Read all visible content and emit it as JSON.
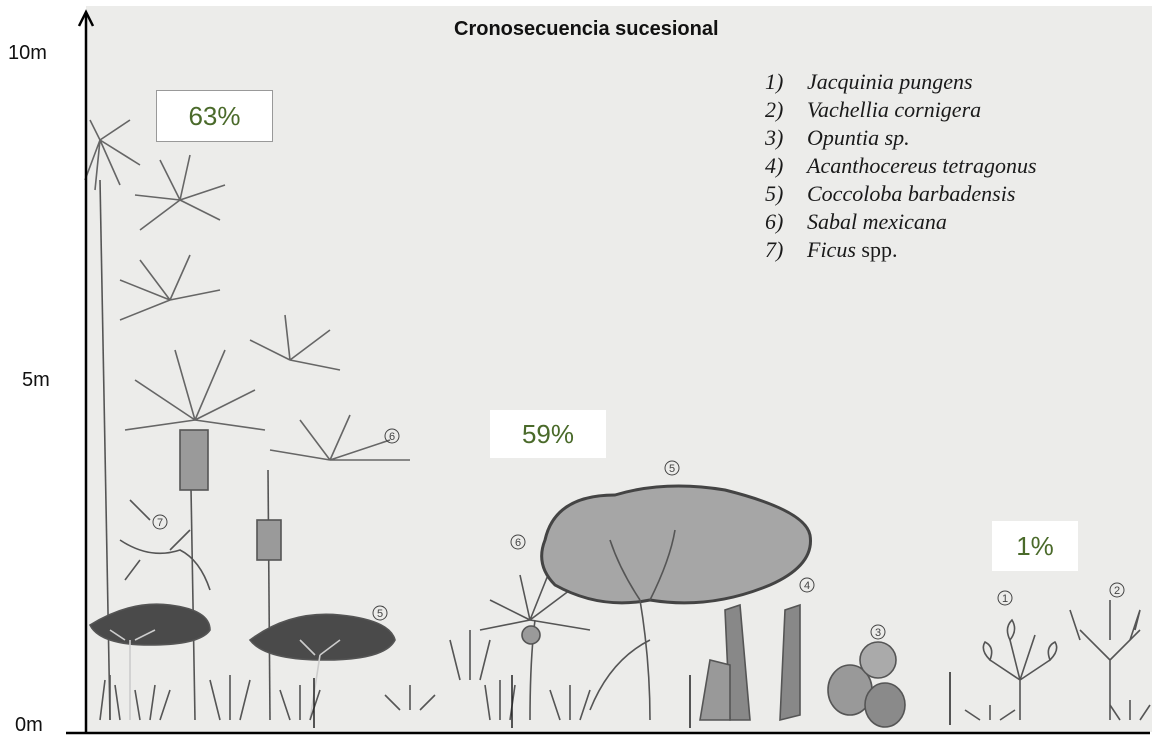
{
  "title": "Cronosecuencia sucesional",
  "y_axis": {
    "ticks": [
      "10m",
      "5m",
      "0m"
    ]
  },
  "legend": [
    {
      "num": "1)",
      "name": "Jacquinia pungens",
      "suffix": ""
    },
    {
      "num": "2)",
      "name": "Vachellia cornigera",
      "suffix": ""
    },
    {
      "num": "3)",
      "name": "Opuntia sp.",
      "suffix": ""
    },
    {
      "num": "4)",
      "name": "Acanthocereus tetragonus",
      "suffix": ""
    },
    {
      "num": "5)",
      "name": "Coccoloba barbadensis",
      "suffix": ""
    },
    {
      "num": "6)",
      "name": "Sabal mexicana",
      "suffix": ""
    },
    {
      "num": "7)",
      "name": "Ficus",
      "suffix": " spp."
    }
  ],
  "stages": [
    {
      "percent": "63%"
    },
    {
      "percent": "59%"
    },
    {
      "percent": "1%"
    }
  ],
  "plant_markers": [
    "6",
    "7",
    "5",
    "6",
    "5",
    "4",
    "3",
    "1",
    "2"
  ],
  "colors": {
    "badge_text": "#4a6a2a",
    "paper": "#ececea",
    "pencil": "#444444"
  }
}
